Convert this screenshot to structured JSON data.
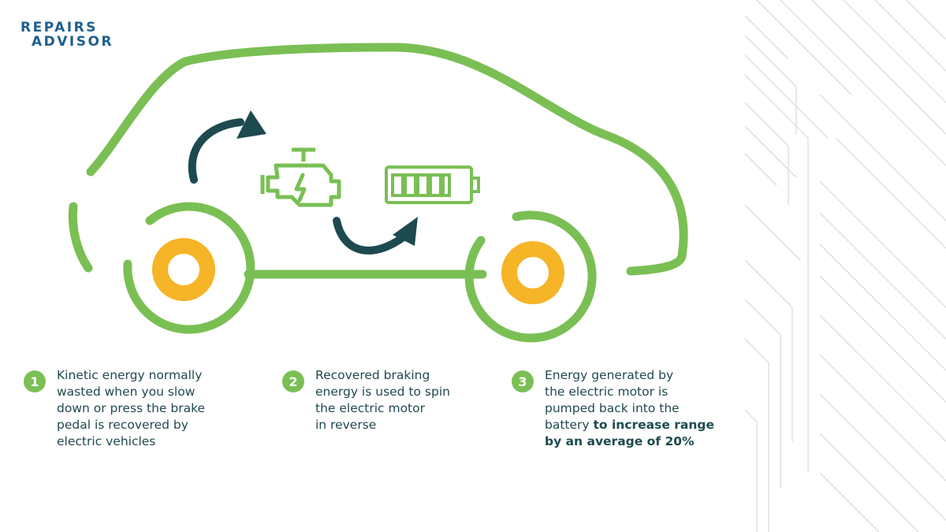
{
  "logo": {
    "line1": "REPAIRS",
    "line2": "ADVISOR",
    "color": "#1f5f8e"
  },
  "colors": {
    "car_outline": "#7abf54",
    "wheel_center": "#f6b427",
    "arrow": "#1d4a4f",
    "text": "#214a4f",
    "badge": "#7abf54",
    "circuit_lines": "#d9d9d9"
  },
  "icons": [
    "engine-icon",
    "battery-icon",
    "curved-arrow-icon"
  ],
  "steps": [
    {
      "number": "1",
      "lines": [
        "Kinetic energy normally",
        "wasted when you slow",
        "down or press the brake",
        "pedal is recovered by",
        "electric vehicles"
      ]
    },
    {
      "number": "2",
      "lines": [
        "Recovered braking",
        "energy is used to spin",
        "the electric motor",
        "in reverse"
      ]
    },
    {
      "number": "3",
      "lines": [
        "Energy generated by",
        "the electric motor is",
        "pumped back into the"
      ],
      "line4_plain": "battery ",
      "line4_bold": "to increase range",
      "line5_bold": "by an average of 20%"
    }
  ]
}
